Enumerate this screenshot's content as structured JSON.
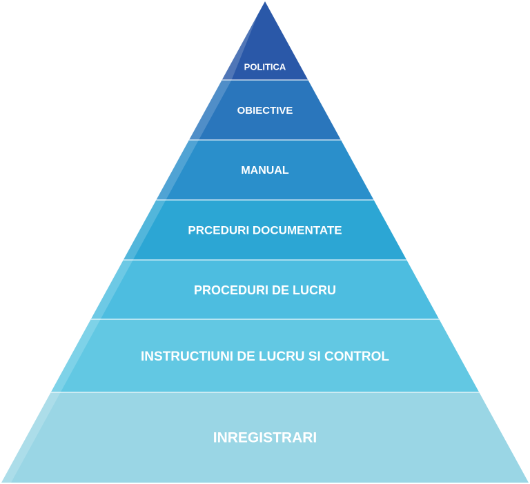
{
  "diagram": {
    "tiers": [
      {
        "label": "POLITICA",
        "color": "#2a58a8"
      },
      {
        "label": "OBIECTIVE",
        "color": "#2a76bc"
      },
      {
        "label": "MANUAL",
        "color": "#2a8fcb"
      },
      {
        "label": "PRCEDURI DOCUMENTATE",
        "color": "#2ca6d4"
      },
      {
        "label": "PROCEDURI DE LUCRU",
        "color": "#4dbde0"
      },
      {
        "label": "INSTRUCTIUNI DE LUCRU SI CONTROL",
        "color": "#62c8e3"
      },
      {
        "label": "INREGISTRARI",
        "color": "#9ad6e5"
      }
    ]
  }
}
